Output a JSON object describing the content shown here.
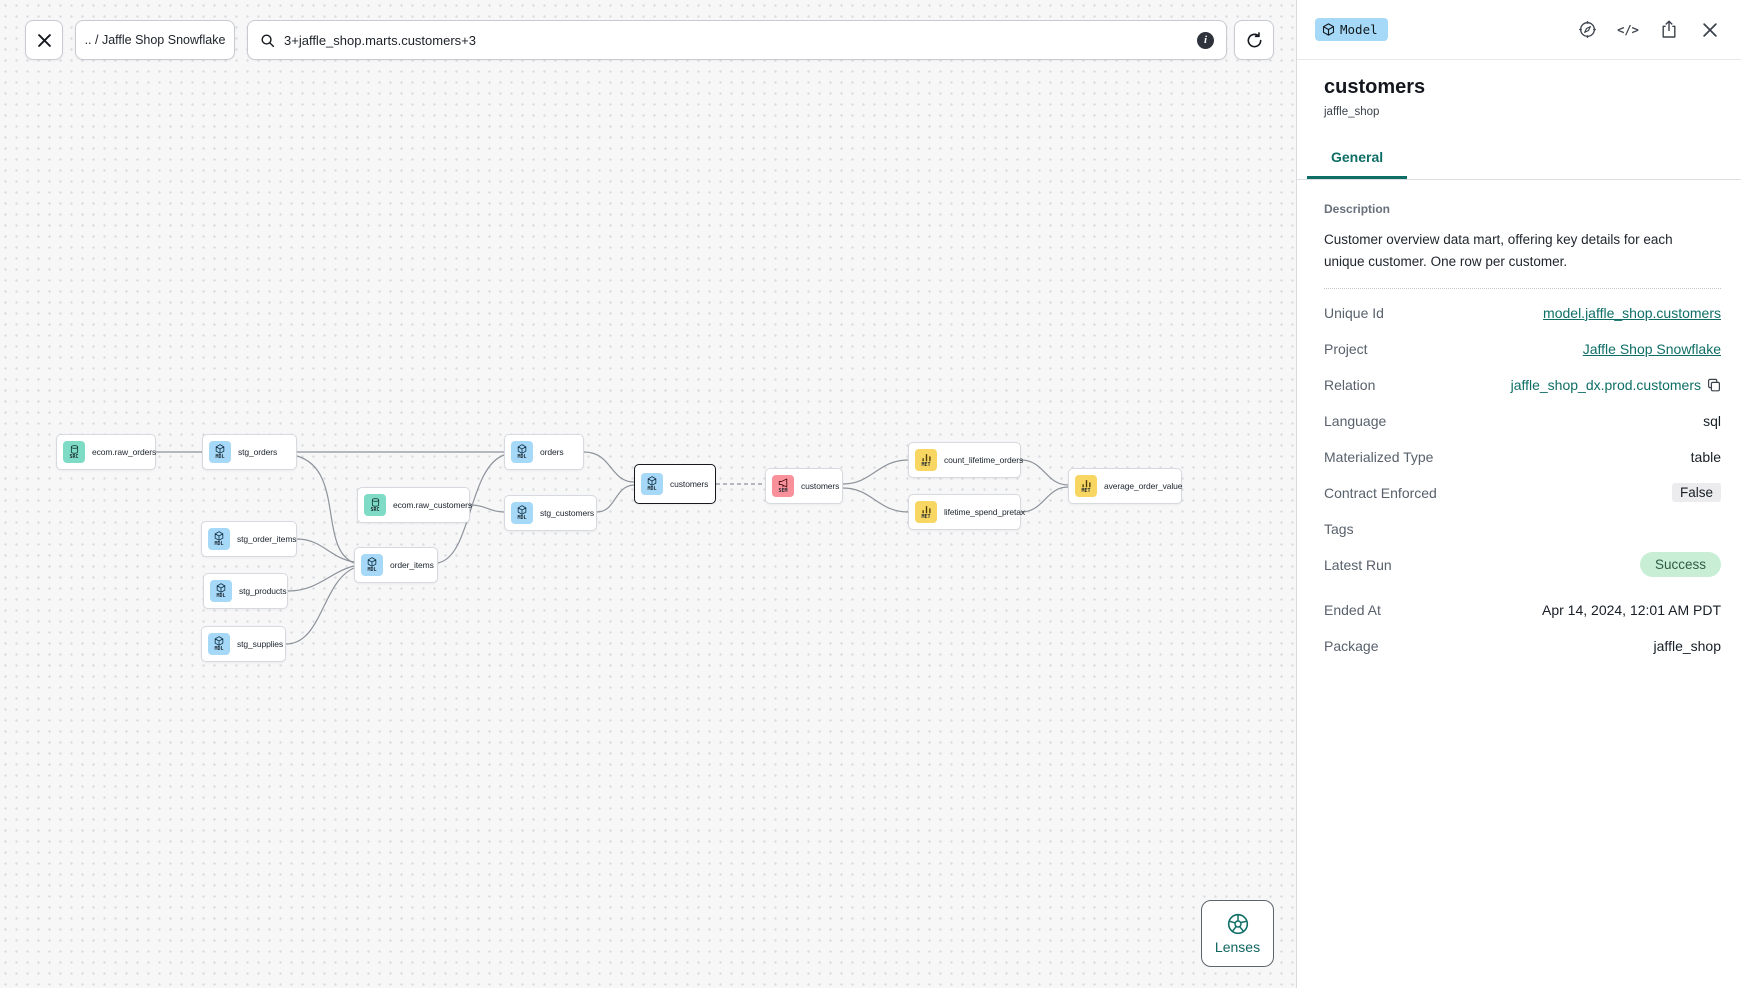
{
  "toolbar": {
    "breadcrumb": ".. / Jaffle Shop Snowflake",
    "search_value": "3+jaffle_shop.marts.customers+3"
  },
  "canvas": {
    "lenses_label": "Lenses",
    "nodes": [
      {
        "label": "ecom.raw_orders",
        "badge": "SRC",
        "type": "source"
      },
      {
        "label": "stg_orders",
        "badge": "MDL",
        "type": "model"
      },
      {
        "label": "stg_order_items",
        "badge": "MDL",
        "type": "model"
      },
      {
        "label": "stg_products",
        "badge": "MDL",
        "type": "model"
      },
      {
        "label": "stg_supplies",
        "badge": "MDL",
        "type": "model"
      },
      {
        "label": "ecom.raw_customers",
        "badge": "SRC",
        "type": "source"
      },
      {
        "label": "order_items",
        "badge": "MDL",
        "type": "model"
      },
      {
        "label": "orders",
        "badge": "MDL",
        "type": "model"
      },
      {
        "label": "stg_customers",
        "badge": "MDL",
        "type": "model"
      },
      {
        "label": "customers",
        "badge": "MDL",
        "type": "model",
        "selected": true
      },
      {
        "label": "customers",
        "badge": "SEM",
        "type": "semantic-model"
      },
      {
        "label": "count_lifetime_orders",
        "badge": "MET",
        "type": "metric"
      },
      {
        "label": "lifetime_spend_pretax",
        "badge": "MET",
        "type": "metric"
      },
      {
        "label": "average_order_value",
        "badge": "MET",
        "type": "metric"
      }
    ]
  },
  "panel": {
    "type_badge": "Model",
    "title": "customers",
    "subtitle": "jaffle_shop",
    "tab_general": "General",
    "description_label": "Description",
    "description": "Customer overview data mart, offering key details for each unique customer. One row per customer.",
    "fields": [
      {
        "label": "Unique Id",
        "value": "model.jaffle_shop.customers"
      },
      {
        "label": "Project",
        "value": "Jaffle Shop Snowflake"
      },
      {
        "label": "Relation",
        "value": "jaffle_shop_dx.prod.customers"
      },
      {
        "label": "Language",
        "value": "sql"
      },
      {
        "label": "Materialized Type",
        "value": "table"
      },
      {
        "label": "Contract Enforced",
        "value": "False"
      },
      {
        "label": "Tags",
        "value": ""
      },
      {
        "label": "Latest Run",
        "value": "Success"
      },
      {
        "label": "Ended At",
        "value": "Apr 14, 2024, 12:01 AM PDT"
      },
      {
        "label": "Package",
        "value": "jaffle_shop"
      }
    ]
  },
  "colors": {
    "accent_teal": "#0e6e66",
    "source_badge": "#7edbc5",
    "model_badge": "#a6d9f8",
    "semantic_badge": "#f9919b",
    "metric_badge": "#f8d662",
    "success_bg": "#c8efd6",
    "success_text": "#2e5c44"
  }
}
